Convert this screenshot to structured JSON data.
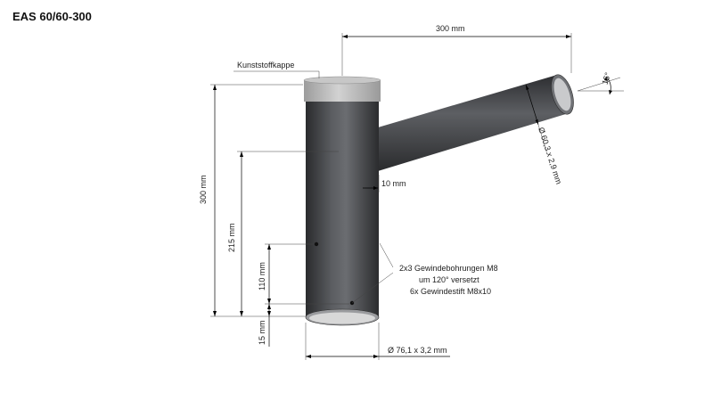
{
  "title": "EAS 60/60-300",
  "labels": {
    "cap": "Kunststoffkappe",
    "top_width": "300 mm",
    "angle": "15°",
    "arm_diameter": "Ø 60,3 x 2,9 mm",
    "offset": "10 mm",
    "total_height": "300 mm",
    "arm_height": "215 mm",
    "hole_height": "110 mm",
    "bottom_offset": "15 mm",
    "note_line1": "2x3 Gewindebohrungen M8",
    "note_line2": "um 120° versetzt",
    "note_line3": "6x Gewindestift M8x10",
    "base_diameter": "Ø 76,1 x 3,2 mm"
  },
  "colors": {
    "pipe_dark": "#2f3032",
    "pipe_mid": "#55575a",
    "pipe_light": "#8a8c8f",
    "cap": "#b5b5b5"
  }
}
